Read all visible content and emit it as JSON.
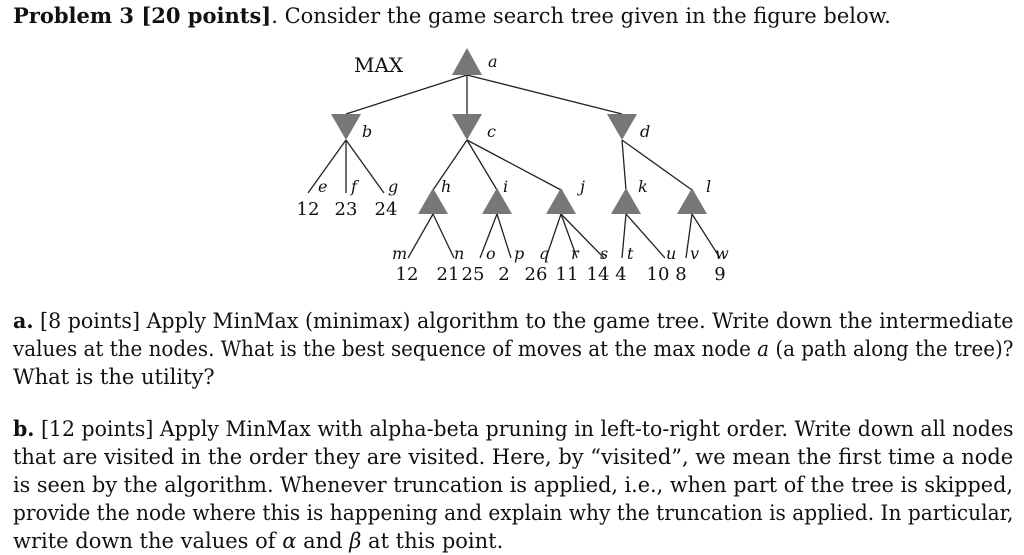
{
  "problem": {
    "title": "Problem 3 [20 points]",
    "intro": ". Consider the game search tree given in the figure below."
  },
  "tree": {
    "max_label": "MAX",
    "nodes": {
      "a": "a",
      "b": "b",
      "c": "c",
      "d": "d",
      "e": "e",
      "f": "f",
      "g": "g",
      "h": "h",
      "i": "i",
      "j": "j",
      "k": "k",
      "l": "l",
      "m": "m",
      "n": "n",
      "o": "o",
      "p": "p",
      "q": "q",
      "r": "r",
      "s": "s",
      "t": "t",
      "u": "u",
      "v": "v",
      "w": "w"
    },
    "leaf_values": {
      "e": "12",
      "f": "23",
      "g": "24",
      "m": "12",
      "n": "21",
      "o": "25",
      "p": "2",
      "q": "26",
      "r": "11",
      "s": "14",
      "t": "4",
      "u": "10",
      "v": "8",
      "w": "9"
    },
    "node_color": "#777777"
  },
  "part_a": {
    "label": "a.",
    "line1": " [8 points] Apply MinMax (minimax) algorithm to the game tree. Write down the intermediate",
    "line2a": "values at the nodes. What is the best sequence of moves at the max node ",
    "var": "a",
    "line2b": " (a path along the tree)?",
    "line3": "What is the utility?"
  },
  "part_b": {
    "label": "b.",
    "line1": " [12 points] Apply MinMax with alpha-beta pruning in left-to-right order. Write down all nodes",
    "line2": "that are visited in the order they are visited. Here, by “visited”, we mean the first time a node",
    "line3": "is seen by the algorithm. Whenever truncation is applied, i.e., when part of the tree is skipped,",
    "line4": "provide the node where this is happening and explain why the truncation is applied. In particular,",
    "line5a": "write down the values of ",
    "alpha": "α",
    "line5b": " and ",
    "beta": "β",
    "line5c": " at this point."
  }
}
